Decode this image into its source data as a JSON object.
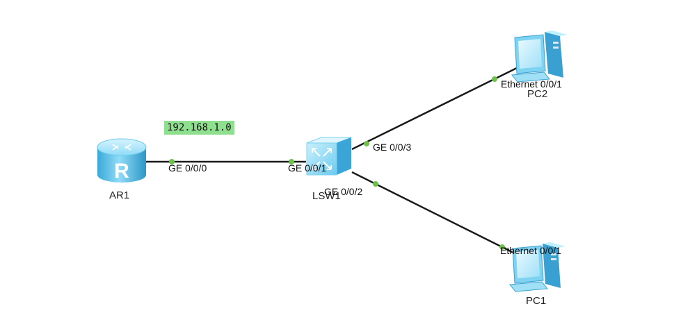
{
  "topology": {
    "devices": {
      "router": {
        "name": "AR1",
        "icon": "router-icon",
        "glyph": "R"
      },
      "switch": {
        "name": "LSW1",
        "icon": "switch-icon"
      },
      "pc1": {
        "name": "PC1",
        "icon": "pc-icon"
      },
      "pc2": {
        "name": "PC2",
        "icon": "pc-icon"
      }
    },
    "links": [
      {
        "from": "AR1",
        "from_port": "GE 0/0/0",
        "to": "LSW1",
        "to_port": "GE 0/0/1"
      },
      {
        "from": "LSW1",
        "from_port": "GE 0/0/3",
        "to": "PC2",
        "to_port": "Ethernet 0/0/1"
      },
      {
        "from": "LSW1",
        "from_port": "GE 0/0/2",
        "to": "PC1",
        "to_port": "Ethernet 0/0/1"
      }
    ],
    "note": {
      "text": "192.168.1.0",
      "color": "#8ee08e"
    },
    "colors": {
      "cable": "#1a1a1a",
      "port_dot": "#6cc24a",
      "device_light": "#aee8fb",
      "device_mid": "#5fc6ec",
      "device_dark": "#2a98c8"
    }
  }
}
